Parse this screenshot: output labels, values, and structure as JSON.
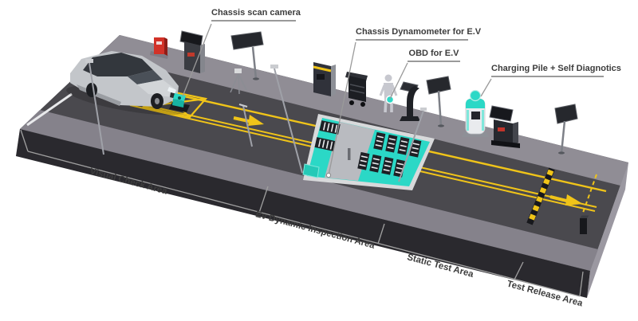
{
  "diagram": {
    "callouts": [
      {
        "label": "Chassis scan camera"
      },
      {
        "label": "Chassis Dynamometer for E.V"
      },
      {
        "label": "OBD for E.V"
      },
      {
        "label": "Charging Pile + Self Diagnotics"
      }
    ],
    "areas": [
      {
        "label": "Visual Check Area"
      },
      {
        "label": "Ev Dynamic Inspection Area"
      },
      {
        "label": "Static Test Area"
      },
      {
        "label": "Test Release Area"
      }
    ]
  },
  "colors": {
    "teal_accent": "#2bd8c6",
    "road_asphalt": "#4a494e",
    "sidewalk_gray": "#908d95",
    "shoulder_gray": "#85828b",
    "slab_side": "#2a292e",
    "marking_yellow": "#f0c419",
    "marking_white": "#e8e9eb",
    "label_text": "#3c3c3c",
    "leader_line": "#9a9a9a",
    "car_silver": "#c3c6ca",
    "extinguisher_red": "#d23228"
  }
}
